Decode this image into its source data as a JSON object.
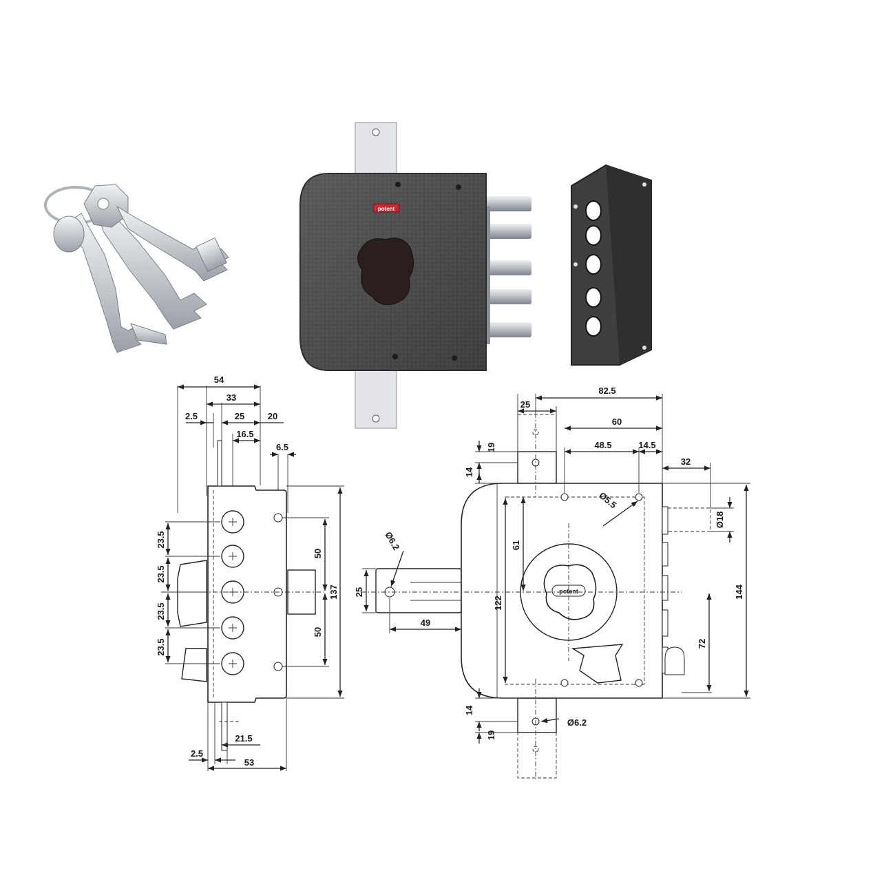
{
  "image": {
    "photos": {
      "keys_photo": {
        "icon": "keys-photo"
      },
      "lock_photo": {
        "icon": "lock-body-photo",
        "brand_plate_text": "potent",
        "body_color": "#4a4c4e",
        "bolt_color": "#c9ccd0"
      },
      "plate_photo": {
        "icon": "strike-plate-photo",
        "plate_color": "#3e3f3d"
      }
    },
    "side_view": {
      "dims": {
        "d54": "54",
        "d33": "33",
        "d2_5_top": "2.5",
        "d25_top": "25",
        "d20": "20",
        "d16_5": "16.5",
        "d6_5": "6.5",
        "d50_upper": "50",
        "d50_lower": "50",
        "d137": "137",
        "d23_5_a": "23.5",
        "d23_5_b": "23.5",
        "d23_5_c": "23.5",
        "d23_5_d": "23.5",
        "d21_5": "21.5",
        "d2_5_bottom": "2.5",
        "d53": "53"
      }
    },
    "front_view": {
      "brand_plate_text": "potent",
      "dims": {
        "d82_5": "82.5",
        "d25": "25",
        "d60": "60",
        "d48_5": "48.5",
        "d14_5": "14.5",
        "d19_top": "19",
        "d14_top": "14",
        "d32": "32",
        "d5_5": "Ø5.5",
        "d18": "Ø18",
        "d6_2_bar": "Ø6.2",
        "d61": "61",
        "d25_bar": "25",
        "d49": "49",
        "d122": "122",
        "d144": "144",
        "d72": "72",
        "d14_bottom": "14",
        "d6_2_bottom": "Ø6.2",
        "d19_bottom": "19"
      }
    }
  }
}
